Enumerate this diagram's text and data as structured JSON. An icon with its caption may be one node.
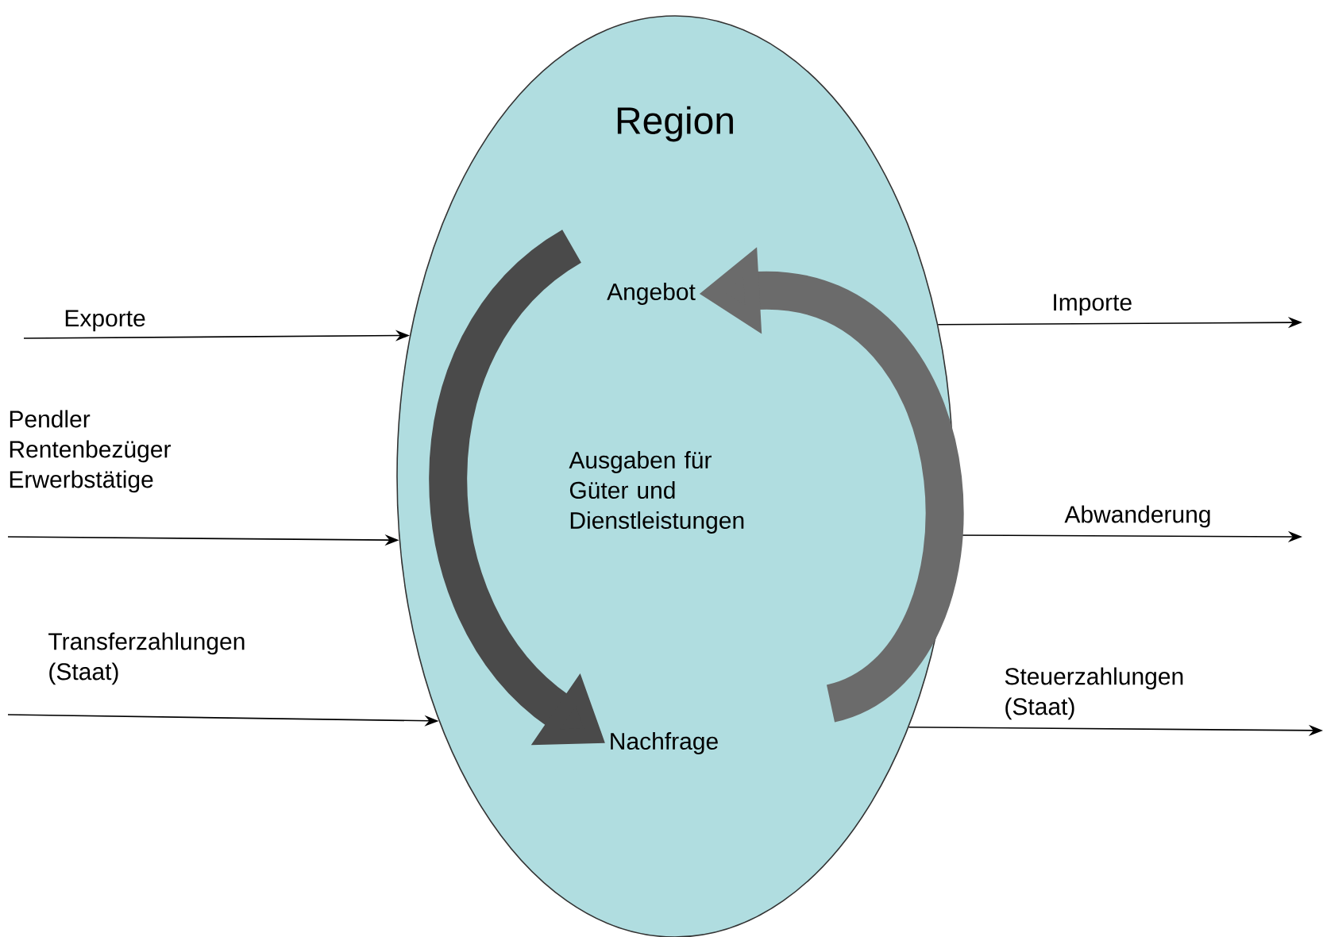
{
  "diagram": {
    "nodes": [
      {
        "text": [
          "Region"
        ]
      },
      {
        "text": [
          "Angebot"
        ],
        "in": 0
      },
      {
        "text": [
          "Ausgaben für Güter und Dienstleistungen"
        ],
        "in": 0
      },
      {
        "text": [
          "Nachfrage"
        ],
        "in": 0
      }
    ],
    "edges": [
      {
        "from": null,
        "to": 0,
        "arrow": "to",
        "label": "Exporte"
      },
      {
        "from": null,
        "to": 0,
        "arrow": "to",
        "label": "Pendler Rentenbezüger Erwerbstätige"
      },
      {
        "from": null,
        "to": 0,
        "arrow": "to",
        "label": "Transferzahlungen (Staat)"
      },
      {
        "from": 0,
        "to": null,
        "arrow": "to",
        "label": "Importe"
      },
      {
        "from": 0,
        "to": null,
        "arrow": "to",
        "label": "Abwanderung"
      },
      {
        "from": 0,
        "to": null,
        "arrow": "to",
        "label": "Steuerzahlungen (Staat)"
      },
      {
        "from": 1,
        "to": 3,
        "arrow": "to",
        "style": "thick",
        "color": "#4a4a4a"
      },
      {
        "from": 3,
        "to": 1,
        "arrow": "to",
        "style": "thick",
        "color": "#6b6b6b"
      }
    ]
  }
}
